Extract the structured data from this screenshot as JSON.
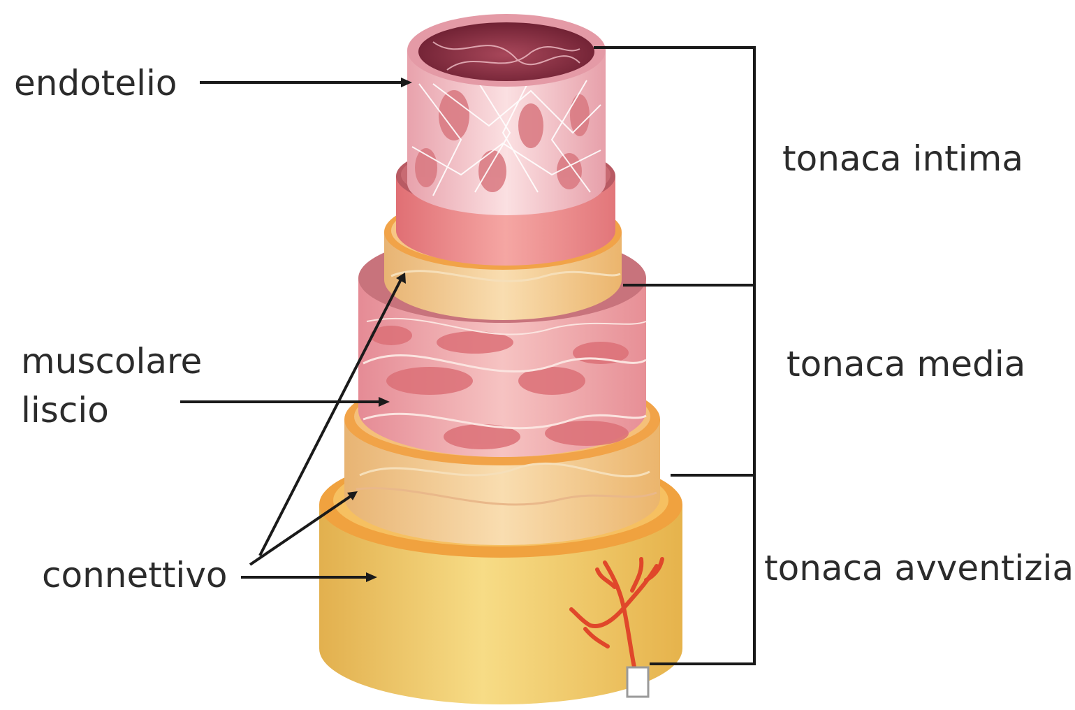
{
  "labels": {
    "endotelio": "endotelio",
    "muscolare": "muscolare",
    "liscio": "liscio",
    "connettivo": "connettivo",
    "tonaca_intima": "tonaca intima",
    "tonaca_media": "tonaca media",
    "tonaca_avventizia": "tonaca avventizia"
  },
  "colors": {
    "endothelium": "#e8a0a8",
    "endothelium_cells": "#d8737d",
    "lumen": "#7e2a3a",
    "internal_elastic": "#e9787a",
    "connective_band": "#f0b766",
    "smooth_muscle": "#e88e97",
    "smooth_muscle_nuclei": "#d86a70",
    "adventitia": "#ecc463",
    "rim_orange": "#f29a3a",
    "capillary": "#e0472a",
    "leader_line": "#1a1a1a"
  }
}
